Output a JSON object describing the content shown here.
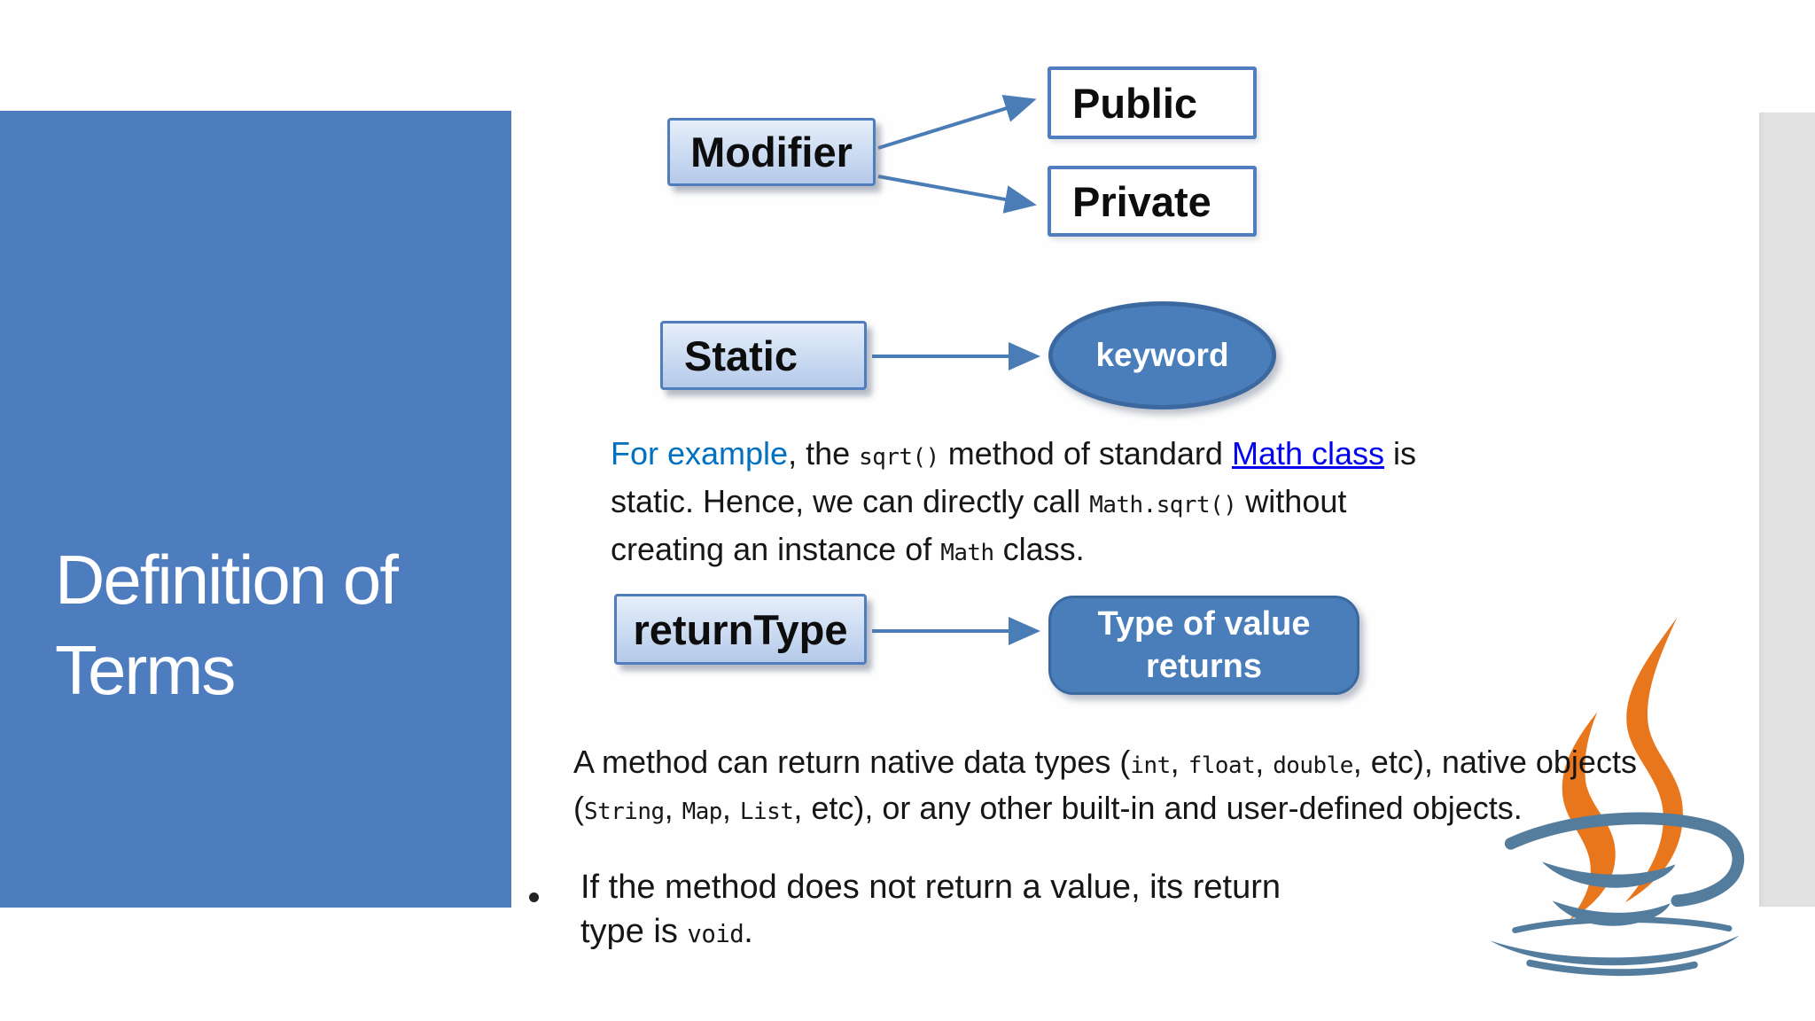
{
  "slide": {
    "sidebar": {
      "title_line1": "Definition of",
      "title_line2": "Terms"
    },
    "diagram": {
      "modifier": "Modifier",
      "public": "Public",
      "private": "Private",
      "static": "Static",
      "keyword": "keyword",
      "return_type": "returnType",
      "type_of_value_line1": "Type of value",
      "type_of_value_line2": "returns"
    },
    "example_paragraph": {
      "runs": [
        {
          "t": "For example",
          "s": "accent"
        },
        {
          "t": ", the ",
          "s": "plain"
        },
        {
          "t": "sqrt()",
          "s": "mono"
        },
        {
          "t": " method of standard ",
          "s": "plain"
        },
        {
          "t": "Math class",
          "s": "link"
        },
        {
          "t": " is",
          "s": "plain"
        },
        {
          "br": true
        },
        {
          "t": "static. Hence, we can directly call ",
          "s": "plain"
        },
        {
          "t": "Math.sqrt()",
          "s": "mono"
        },
        {
          "t": " without",
          "s": "plain"
        },
        {
          "br": true
        },
        {
          "t": "creating an instance of ",
          "s": "plain"
        },
        {
          "t": "Math",
          "s": "mono"
        },
        {
          "t": " class.",
          "s": "plain"
        }
      ]
    },
    "return_paragraph": {
      "runs": [
        {
          "t": "A method can return native data types (",
          "s": "plain"
        },
        {
          "t": "int",
          "s": "mono"
        },
        {
          "t": ", ",
          "s": "plain"
        },
        {
          "t": "float",
          "s": "mono"
        },
        {
          "t": ", ",
          "s": "plain"
        },
        {
          "t": "double",
          "s": "mono"
        },
        {
          "t": ", etc), native objects",
          "s": "plain"
        },
        {
          "br": true
        },
        {
          "t": "(",
          "s": "plain"
        },
        {
          "t": "String",
          "s": "mono"
        },
        {
          "t": ", ",
          "s": "plain"
        },
        {
          "t": "Map",
          "s": "mono"
        },
        {
          "t": ", ",
          "s": "plain"
        },
        {
          "t": "List",
          "s": "mono"
        },
        {
          "t": ", etc), or any other built-in and user-defined objects.",
          "s": "plain"
        }
      ]
    },
    "void_bullet": {
      "marker": "bullet-dot",
      "runs": [
        {
          "t": "If the method does not return a value, its return",
          "s": "plain"
        },
        {
          "br": true
        },
        {
          "t": "type is ",
          "s": "plain"
        },
        {
          "t": "void",
          "s": "mono"
        },
        {
          "t": ".",
          "s": "plain"
        }
      ]
    },
    "icons": {
      "java_logo": "java-coffee-cup-logo"
    },
    "colors": {
      "sidebar_fill": "#4d7cbf",
      "strip_fill": "#e3e2e2",
      "accent_text": "#0070C0",
      "link_text": "#0000EE",
      "shape_fill": "#4a7ebb",
      "shape_border": "#3a689f",
      "box_border": "#4f7dbd",
      "box_grad_top": "#e7effa",
      "box_grad_bottom": "#b5cae9",
      "arrow": "#4a7cb5",
      "java_orange": "#e8761d",
      "java_blue": "#537c9d"
    }
  }
}
